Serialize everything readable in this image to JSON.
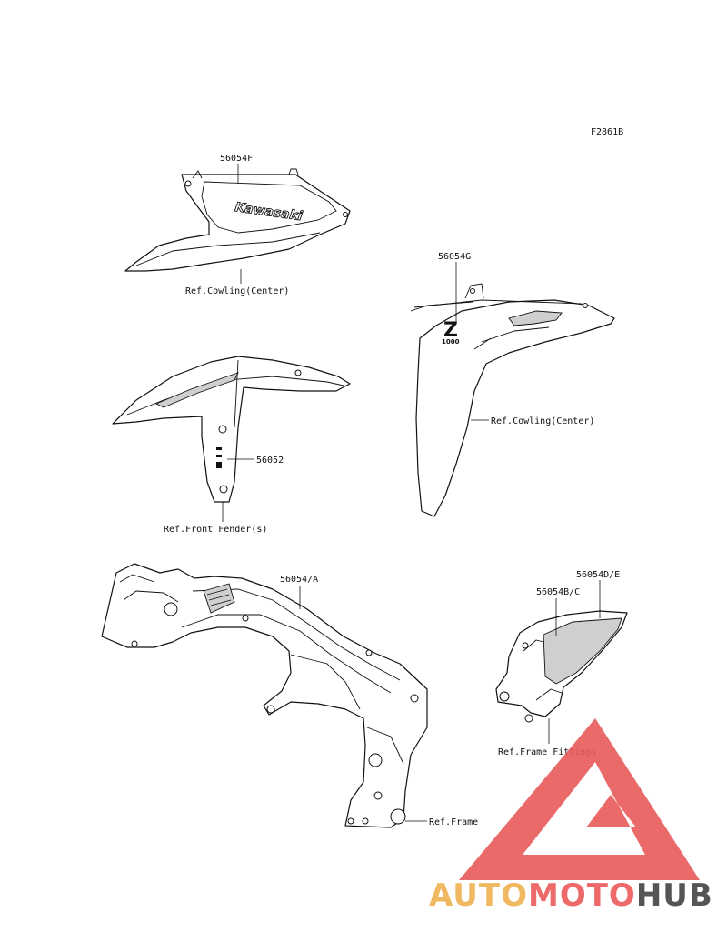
{
  "figure_code": "F2861B",
  "callouts": {
    "tank_cover_part": "56054F",
    "tank_cover_ref": "Ref.Cowling(Center)",
    "fender_part": "56052",
    "fender_ref": "Ref.Front Fender(s)",
    "side_cowl_part": "56054G",
    "side_cowl_ref": "Ref.Cowling(Center)",
    "frame_part": "56054/A",
    "frame_ref": "Ref.Frame",
    "fitting_part_bc": "56054B/C",
    "fitting_part_de": "56054D/E",
    "fitting_ref": "Ref.Frame Fittings"
  },
  "decals": {
    "brand": "Kawasaki",
    "model_letter": "Z",
    "model_number": "1000"
  },
  "watermark": {
    "part1": "AUTO",
    "part2": "MOTO",
    "part3": "HUB",
    "colors": {
      "triangle": "#e85a5a",
      "auto": "#f0b860",
      "moto": "#ee6a6a",
      "hub": "#555555"
    }
  }
}
